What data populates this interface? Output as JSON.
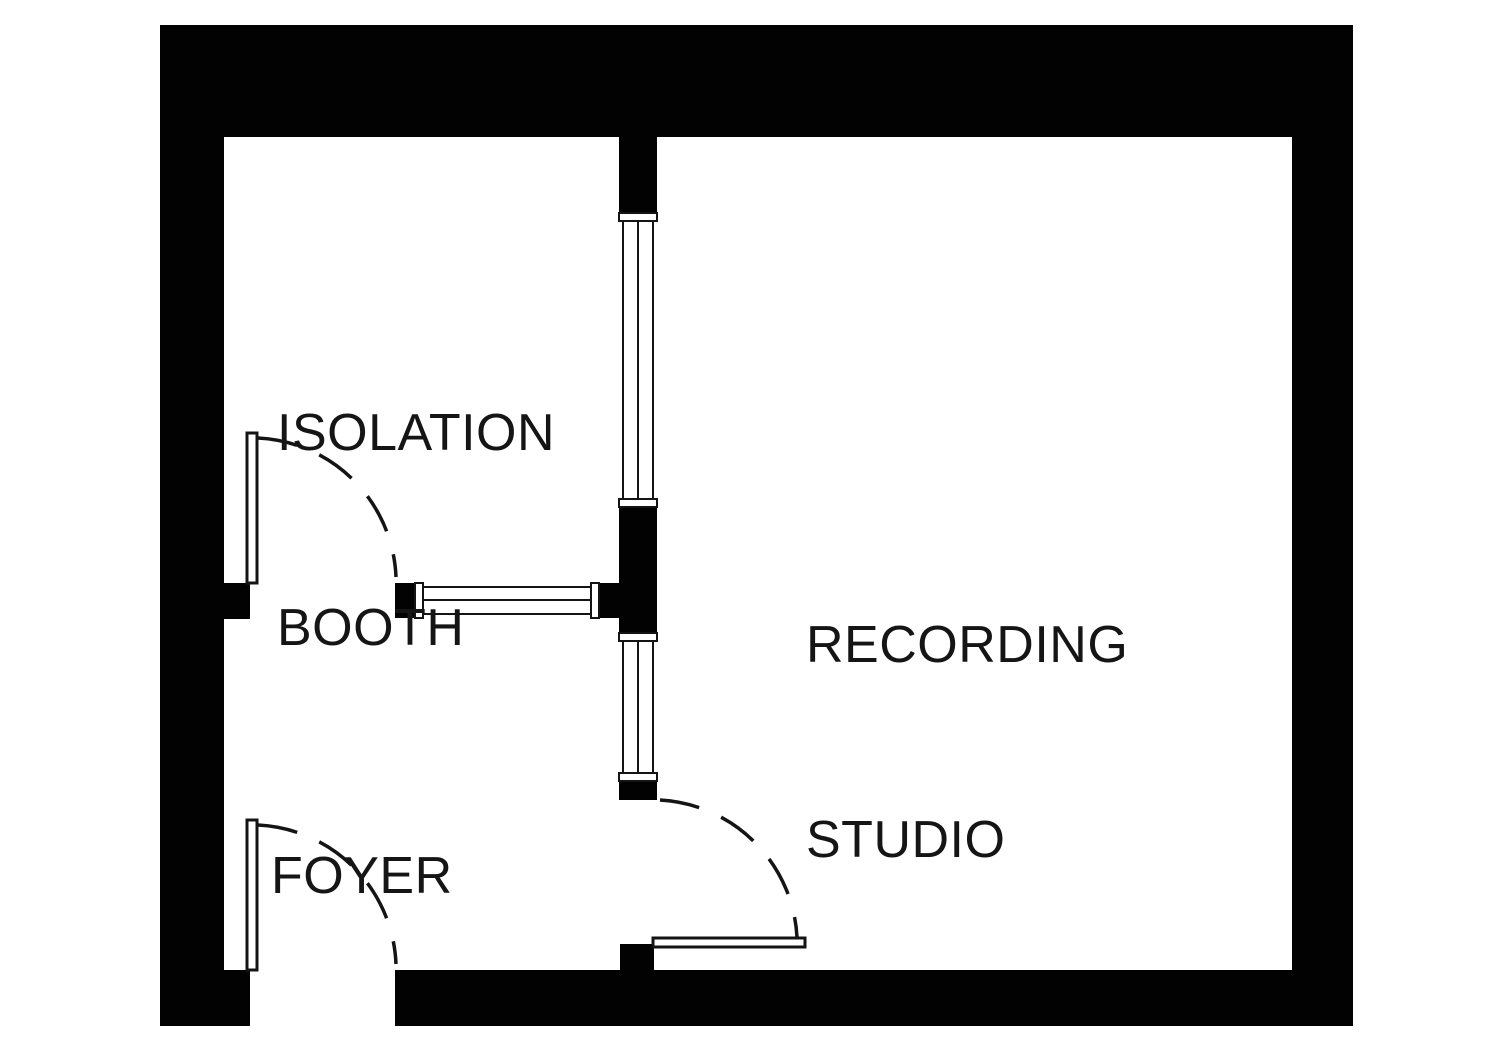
{
  "colors": {
    "background": "#ffffff",
    "wall": "#020202",
    "line": "#141414",
    "text": "#151515"
  },
  "rooms": {
    "isolation_booth": {
      "line1": "ISOLATION",
      "line2": "BOOTH"
    },
    "recording_studio": {
      "line1": "RECORDING",
      "line2": "STUDIO"
    },
    "foyer": {
      "line1": "FOYER"
    }
  },
  "features": {
    "doors": [
      {
        "name": "isolation-booth-door",
        "type": "swing-door"
      },
      {
        "name": "entry-door",
        "type": "swing-door"
      },
      {
        "name": "foyer-studio-door",
        "type": "swing-door"
      }
    ],
    "windows": [
      {
        "name": "studio-window-upper",
        "type": "interior-window"
      },
      {
        "name": "studio-window-lower",
        "type": "interior-window"
      },
      {
        "name": "booth-foyer-window",
        "type": "interior-window"
      }
    ]
  }
}
